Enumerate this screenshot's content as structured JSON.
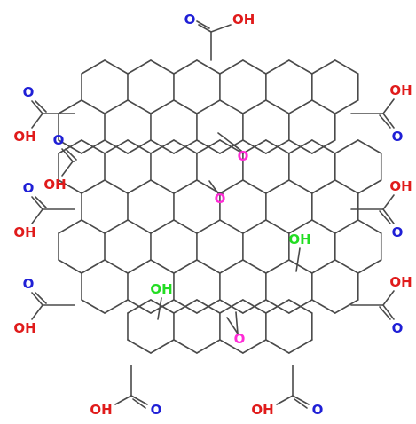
{
  "title": "",
  "colors": {
    "bond": "#4a4a4a",
    "oxygen_carbonyl": "#1f1fd6",
    "oxygen_hydroxyl": "#e01b1b",
    "oxygen_epoxide": "#ff2bd6",
    "hydroxyl_on_plane": "#22dd22",
    "background": "#ffffff"
  },
  "groups": {
    "carboxyl_double_o": "O",
    "carboxyl_oh": "OH",
    "ring_hydroxyl": "OH",
    "epoxide_o": "O"
  },
  "counts": {
    "carboxyl_groups": 10,
    "epoxide_groups": 3,
    "ring_hydroxyl_groups": 2
  }
}
